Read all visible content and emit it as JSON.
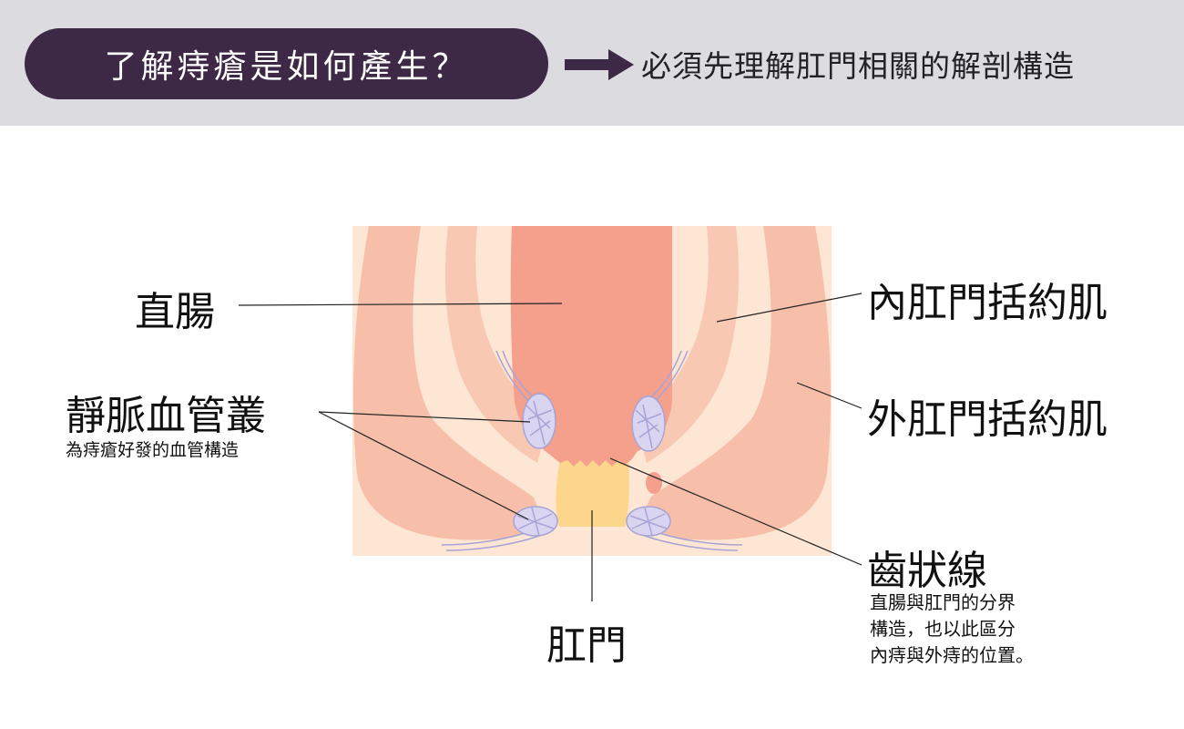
{
  "header": {
    "title": "了解痔瘡是如何產生？",
    "subtitle": "必須先理解肛門相關的解剖構造"
  },
  "labels": {
    "rectum": "直腸",
    "venous_plexus": "靜脈血管叢",
    "venous_plexus_note": "為痔瘡好發的血管構造",
    "anus": "肛門",
    "internal_sphincter": "內肛門括約肌",
    "external_sphincter": "外肛門括約肌",
    "dentate_line": "齒狀線",
    "dentate_note_lines": [
      "直腸與肛門的分界",
      "構造，也以此區分",
      "內痔與外痔的位置。"
    ]
  },
  "colors": {
    "header_band": "#dcdbe0",
    "title_pill": "#3d2845",
    "background_tissue": "#fde6d3",
    "outer_muscle": "#f7bfaa",
    "inner_muscle": "#f8c8b3",
    "rectum": "#f4a08c",
    "anal_canal": "#fcd68a",
    "veins": "#a8a3d6"
  },
  "icons": {
    "arrow": "right-arrow-icon"
  }
}
